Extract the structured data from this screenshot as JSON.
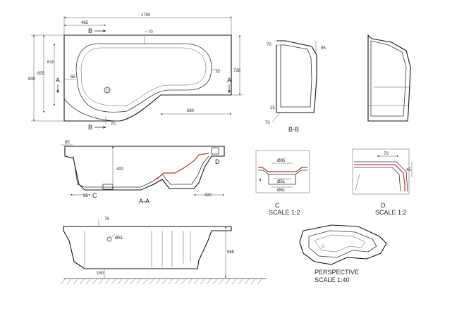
{
  "colors": {
    "line": "#333333",
    "accent": "#c0392b",
    "background": "#ffffff"
  },
  "plan_view": {
    "dims": {
      "overall_width": "1700",
      "width_left": "465",
      "top_wall": "70",
      "height_900": "900",
      "height_805": "805",
      "height_610": "610",
      "right_height": "736",
      "right_wall": "70",
      "left_wall": "65",
      "bottom_wall": "70",
      "right_length": "680"
    },
    "section_markers": {
      "a_left": "A",
      "a_right": "A",
      "b_top": "B",
      "b_bottom": "B"
    }
  },
  "section_bb": {
    "dims": {
      "top_left": "70",
      "top_right": "95",
      "bottom_15": "15",
      "bottom_70": "70"
    },
    "label": "B-B"
  },
  "section_aa": {
    "dims": {
      "rim": "85",
      "depth": "400",
      "foot": "95",
      "right_foot": "320"
    },
    "detail_c": "C",
    "detail_d": "D",
    "label": "A-A"
  },
  "detail_c": {
    "dims": {
      "outer": "Ø85",
      "inner": "Ø51",
      "inner2": "Ø61",
      "side": "9"
    },
    "title": "C",
    "scale": "SCALE 1:2"
  },
  "detail_d": {
    "dims": {
      "top": "70",
      "side": "45"
    },
    "title": "D",
    "scale": "SCALE 1:2"
  },
  "side_view": {
    "dims": {
      "top": "75",
      "waste": "Ø51",
      "height": "565",
      "bottom": "150"
    }
  },
  "perspective": {
    "title": "PERSPECTIVE",
    "scale": "SCALE 1:40"
  }
}
